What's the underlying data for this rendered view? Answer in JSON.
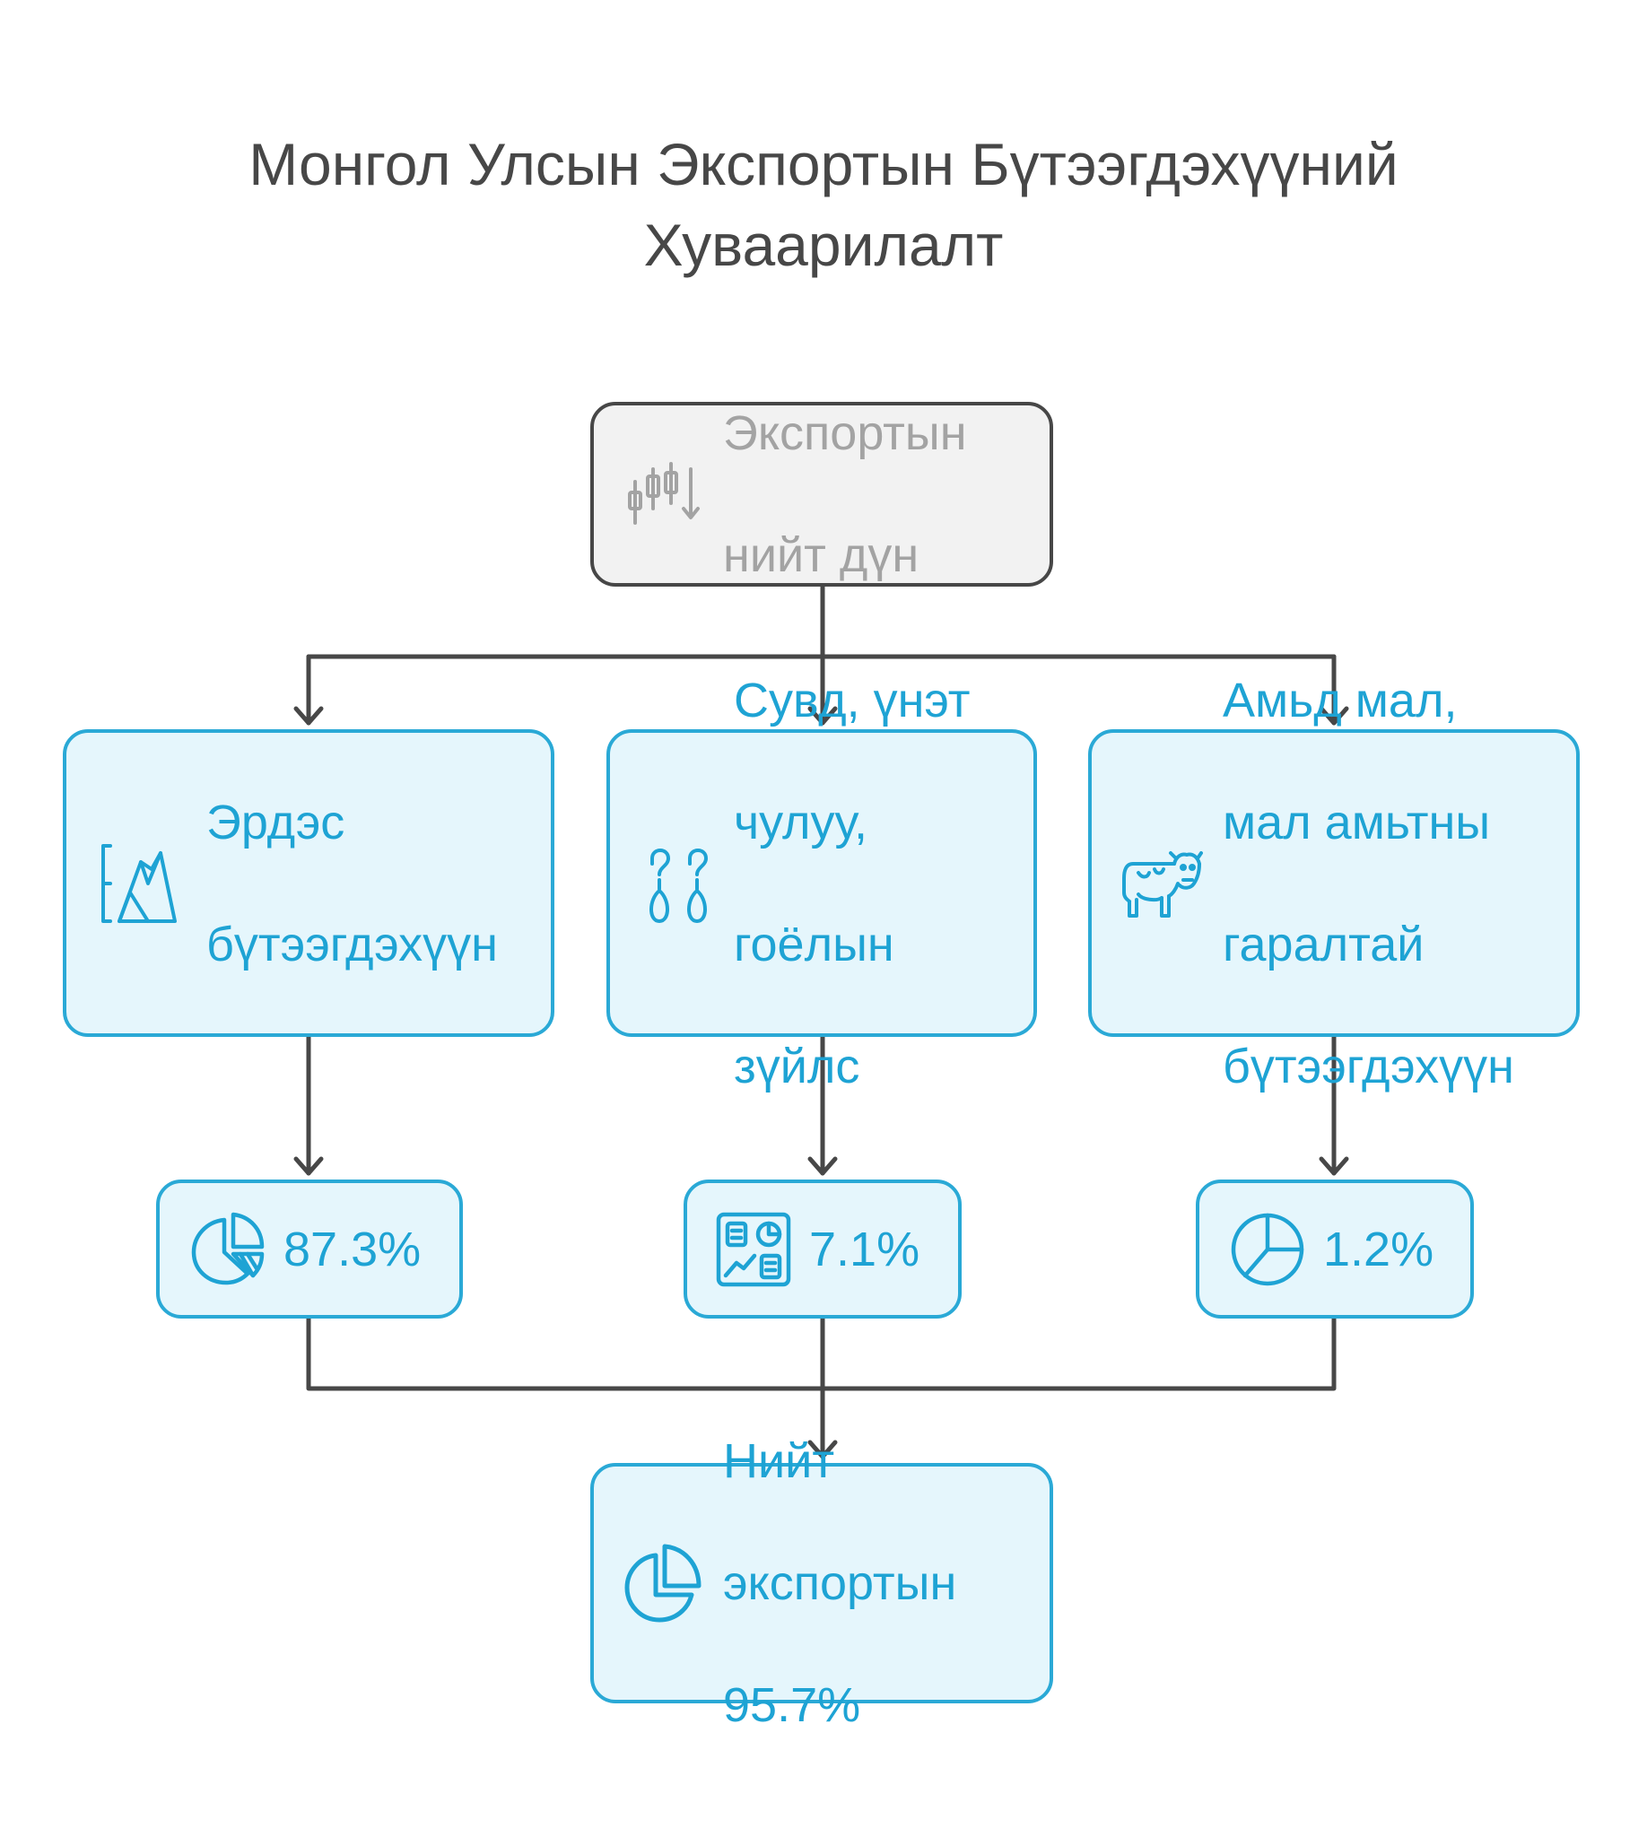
{
  "title": {
    "line1": "Монгол Улсын Экспортын Бүтээгдэхүүний",
    "line2": "Хуваарилалт"
  },
  "root": {
    "lines": [
      "Экспортын",
      "нийт дүн"
    ],
    "icon": "candlestick-chart-icon"
  },
  "categories": [
    {
      "lines": [
        "Эрдэс",
        "бүтээгдэхүүн"
      ],
      "icon": "mountain-icon"
    },
    {
      "lines": [
        "Сувд, үнэт",
        "чулуу,",
        "гоёлын",
        "зүйлс"
      ],
      "icon": "earrings-icon"
    },
    {
      "lines": [
        "Амьд мал,",
        "мал амьтны",
        "гаралтай",
        "бүтээгдэхүүн"
      ],
      "icon": "cow-icon"
    }
  ],
  "shares": [
    {
      "value": "87.3%",
      "icon": "pie-chart-icon"
    },
    {
      "value": "7.1%",
      "icon": "dashboard-icon"
    },
    {
      "value": "1.2%",
      "icon": "pie-chart-small-slice-icon"
    }
  ],
  "total": {
    "lines": [
      "Нийт",
      "экспортын",
      "95.7%"
    ],
    "icon": "pie-chart-icon"
  },
  "colors": {
    "accent": "#2aa9d6",
    "accent_fill": "#e5f6fc",
    "root_border": "#474747",
    "root_fill": "#f2f2f2",
    "root_text": "#a3a3a3",
    "connector": "#474747",
    "title": "#474747"
  }
}
